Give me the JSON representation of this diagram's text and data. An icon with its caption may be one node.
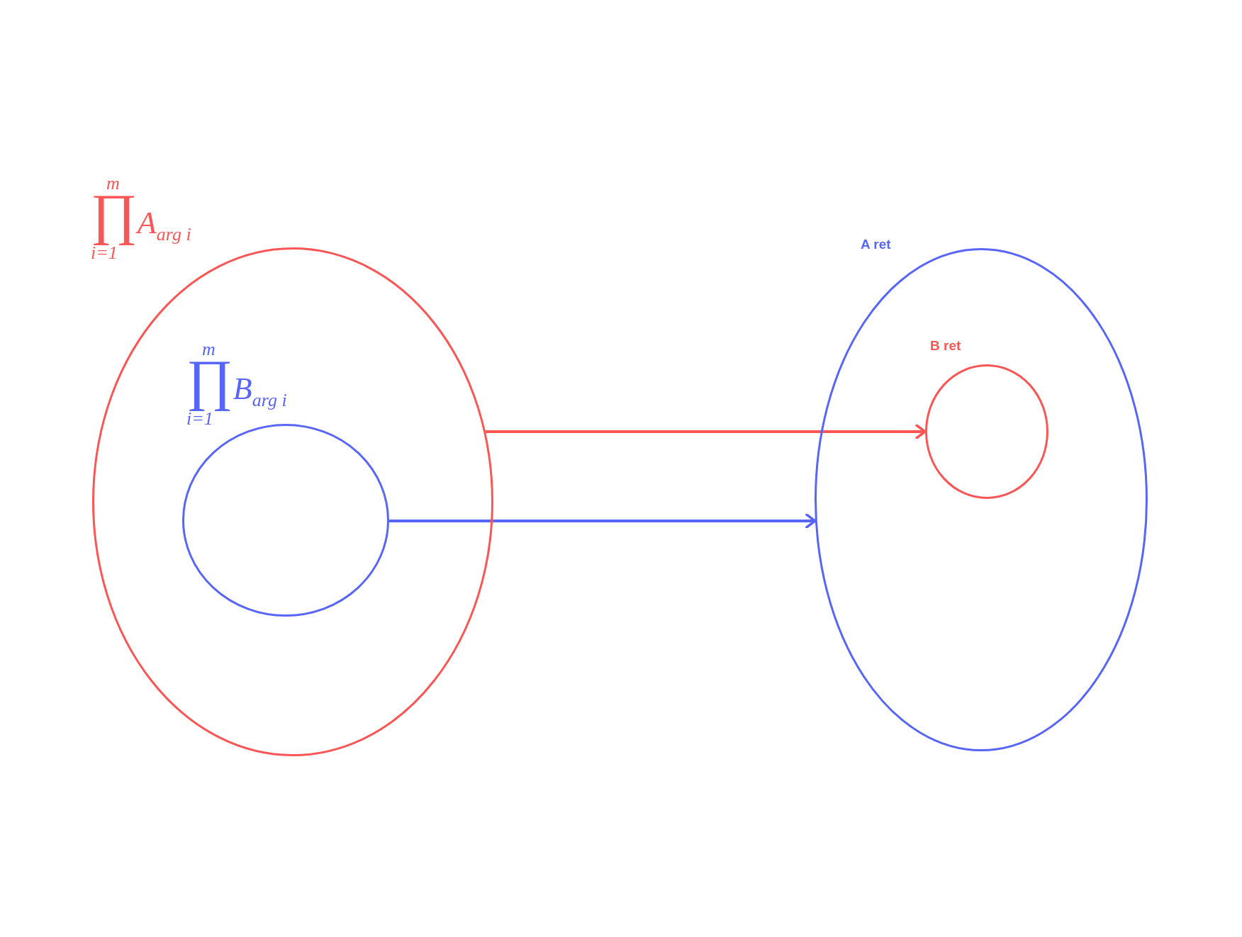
{
  "diagram": {
    "nodes": [
      {
        "text": [
          "∏$^{m}$$_{i=1}$A$_{arg i}$"
        ]
      },
      {
        "text": [
          "∏$^{m}$$_{i=1}$B$_{arg i}$"
        ],
        "in": 0
      },
      {
        "text": [
          "A ret"
        ]
      },
      {
        "text": [
          "B ret"
        ],
        "in": 2
      }
    ],
    "edges": [
      {
        "from": 0,
        "to": 3,
        "arrow": "to",
        "color": "#fa5656"
      },
      {
        "from": 1,
        "to": 2,
        "arrow": "to",
        "color": "#5866f8"
      }
    ]
  }
}
